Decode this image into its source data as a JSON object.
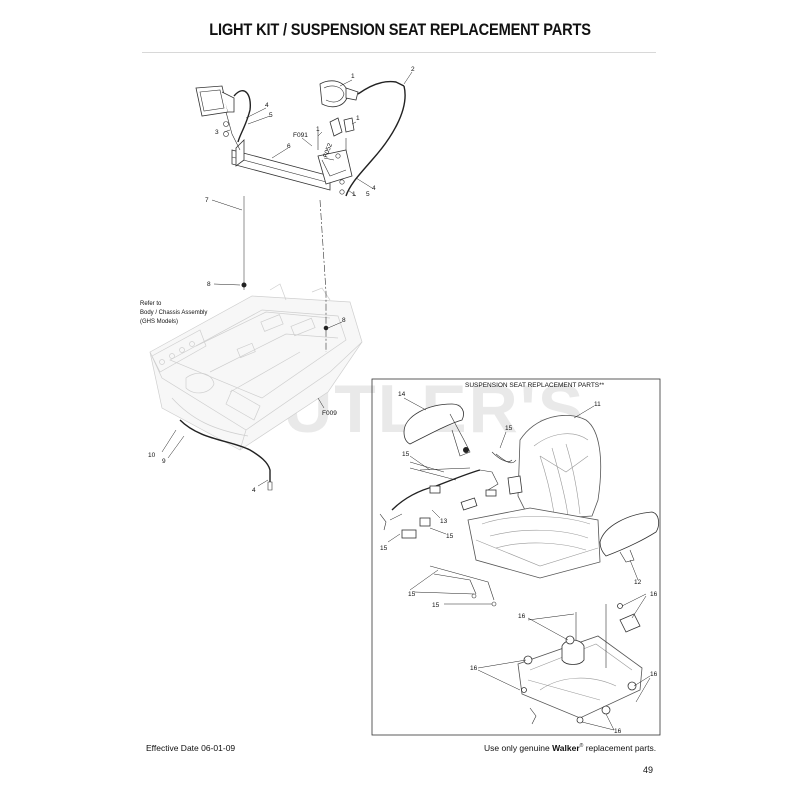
{
  "header": {
    "title": "LIGHT KIT / SUSPENSION SEAT REPLACEMENT PARTS"
  },
  "watermark": {
    "text": "CUTLER'S"
  },
  "light_kit": {
    "refer_note": [
      "Refer to",
      "Body / Chassis Assembly",
      "(GHS Models)"
    ],
    "callouts": {
      "c1a": "1",
      "c1b": "1",
      "c1c": "1",
      "c1d": "1",
      "c2": "2",
      "c3": "3",
      "c4a": "4",
      "c4b": "4",
      "c4c": "4",
      "c5a": "5",
      "c5b": "5",
      "c6": "6",
      "c7": "7",
      "c8a": "8",
      "c8b": "8",
      "c9": "9",
      "c10": "10",
      "f091": "F091",
      "f052": "F052",
      "f009": "F009"
    }
  },
  "seat_inset": {
    "title": "SUSPENSION SEAT REPLACEMENT PARTS**",
    "callouts": {
      "c11": "11",
      "c12": "12",
      "c13": "13",
      "c14": "14",
      "c15a": "15",
      "c15b": "15",
      "c15c": "15",
      "c15d": "15",
      "c15e": "15",
      "c15f": "15",
      "c16a": "16",
      "c16b": "16",
      "c16c": "16",
      "c16d": "16",
      "c16e": "16"
    }
  },
  "footer": {
    "effective_date": "Effective Date 06-01-09",
    "parts_prefix": "Use only genuine",
    "brand": "Walker",
    "registered": "®",
    "parts_suffix": "replacement parts.",
    "page_number": "49"
  }
}
